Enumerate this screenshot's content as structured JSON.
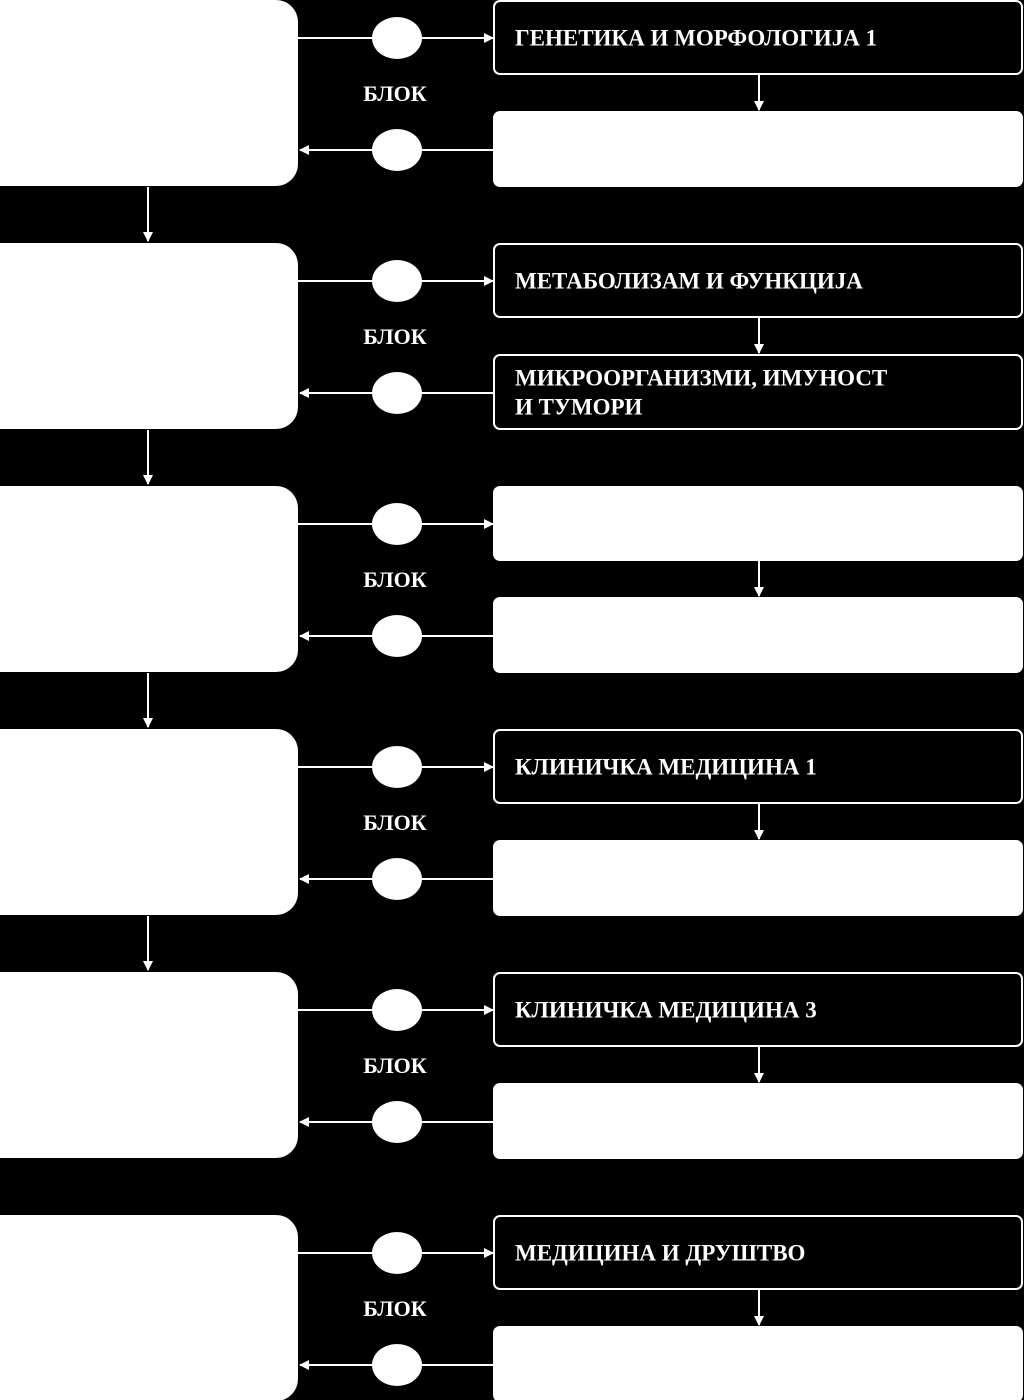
{
  "diagram": {
    "colors": {
      "background": "#000000",
      "foreground": "#ffffff"
    },
    "rows": [
      {
        "block_label": "БЛОК",
        "right_top": {
          "lines": [
            "ГЕНЕТИКА И МОРФОЛОГИЈА 1"
          ],
          "filled": false
        },
        "right_bottom": {
          "lines": [],
          "filled": true
        }
      },
      {
        "block_label": "БЛОК",
        "right_top": {
          "lines": [
            "МЕТАБОЛИЗАМ И ФУНКЦИЈА"
          ],
          "filled": false
        },
        "right_bottom": {
          "lines": [
            "МИКРООРГАНИЗМИ, ИМУНОСТ",
            "И ТУМОРИ"
          ],
          "filled": false
        }
      },
      {
        "block_label": "БЛОК",
        "right_top": {
          "lines": [],
          "filled": true
        },
        "right_bottom": {
          "lines": [],
          "filled": true
        }
      },
      {
        "block_label": "БЛОК",
        "right_top": {
          "lines": [
            "КЛИНИЧКА МЕДИЦИНА 1"
          ],
          "filled": false
        },
        "right_bottom": {
          "lines": [],
          "filled": true
        }
      },
      {
        "block_label": "БЛОК",
        "right_top": {
          "lines": [
            "КЛИНИЧКА МЕДИЦИНА 3"
          ],
          "filled": false
        },
        "right_bottom": {
          "lines": [],
          "filled": true
        }
      },
      {
        "block_label": "БЛОК",
        "right_top": {
          "lines": [
            "МЕДИЦИНА И ДРУШТВО"
          ],
          "filled": false
        },
        "right_bottom": {
          "lines": [],
          "filled": true
        }
      }
    ]
  }
}
